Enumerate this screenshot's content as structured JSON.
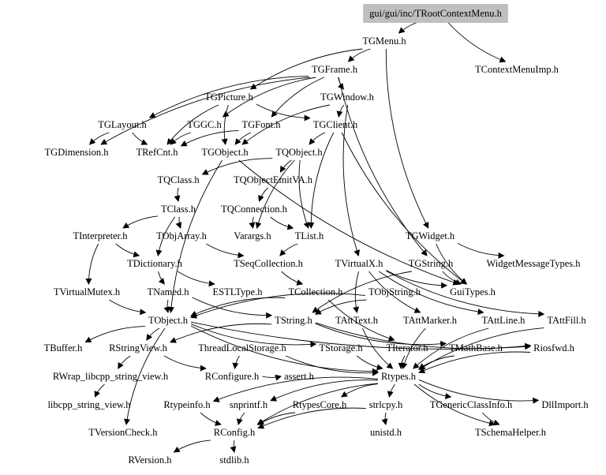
{
  "root": "gui/gui/inc/TRootContextMenu.h",
  "colors": {
    "root_fill": "#bfbfbf",
    "text": "#000000",
    "edge": "#000000",
    "background": "#ffffff"
  },
  "nodes": [
    "gui/gui/inc/TRootContextMenu.h",
    "TGMenu.h",
    "TContextMenuImp.h",
    "TGFrame.h",
    "TGPicture.h",
    "TGWindow.h",
    "TGLayout.h",
    "TGGC.h",
    "TGFont.h",
    "TGClient.h",
    "TGDimension.h",
    "TRefCnt.h",
    "TGObject.h",
    "TQObject.h",
    "TQClass.h",
    "TQObjectEmitVA.h",
    "TClass.h",
    "TQConnection.h",
    "TInterpreter.h",
    "TObjArray.h",
    "Varargs.h",
    "TList.h",
    "TGWidget.h",
    "TDictionary.h",
    "TSeqCollection.h",
    "TVirtualX.h",
    "TGString.h",
    "WidgetMessageTypes.h",
    "TVirtualMutex.h",
    "TNamed.h",
    "ESTLType.h",
    "TCollection.h",
    "TObjString.h",
    "GuiTypes.h",
    "TObject.h",
    "TString.h",
    "TAttText.h",
    "TAttMarker.h",
    "TAttLine.h",
    "TAttFill.h",
    "TBuffer.h",
    "RStringView.h",
    "ThreadLocalStorage.h",
    "TStorage.h",
    "TIterator.h",
    "TMathBase.h",
    "Riosfwd.h",
    "RWrap_libcpp_string_view.h",
    "RConfigure.h",
    "assert.h",
    "Rtypes.h",
    "libcpp_string_view.h",
    "Rtypeinfo.h",
    "snprintf.h",
    "RtypesCore.h",
    "strlcpy.h",
    "TGenericClassInfo.h",
    "DllImport.h",
    "TVersionCheck.h",
    "RConfig.h",
    "unistd.h",
    "TSchemaHelper.h",
    "RVersion.h",
    "stdlib.h"
  ]
}
